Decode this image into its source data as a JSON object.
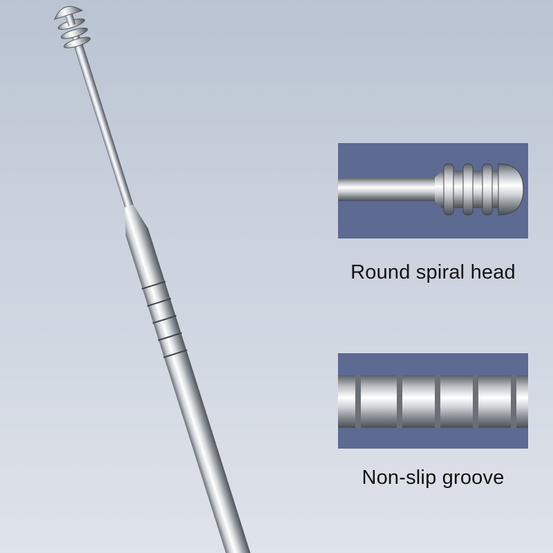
{
  "product": {
    "callouts": [
      {
        "label": "Round spiral head",
        "detail_icon": "spiral-head-closeup"
      },
      {
        "label": "Non-slip groove",
        "detail_icon": "groove-handle-closeup"
      }
    ]
  },
  "colors": {
    "background_top": "#b9c3d2",
    "background_bottom": "#dfe3ea",
    "panel": "#5d6a92",
    "metal_highlight": "#ffffff",
    "metal_shadow": "#5a5f66"
  }
}
